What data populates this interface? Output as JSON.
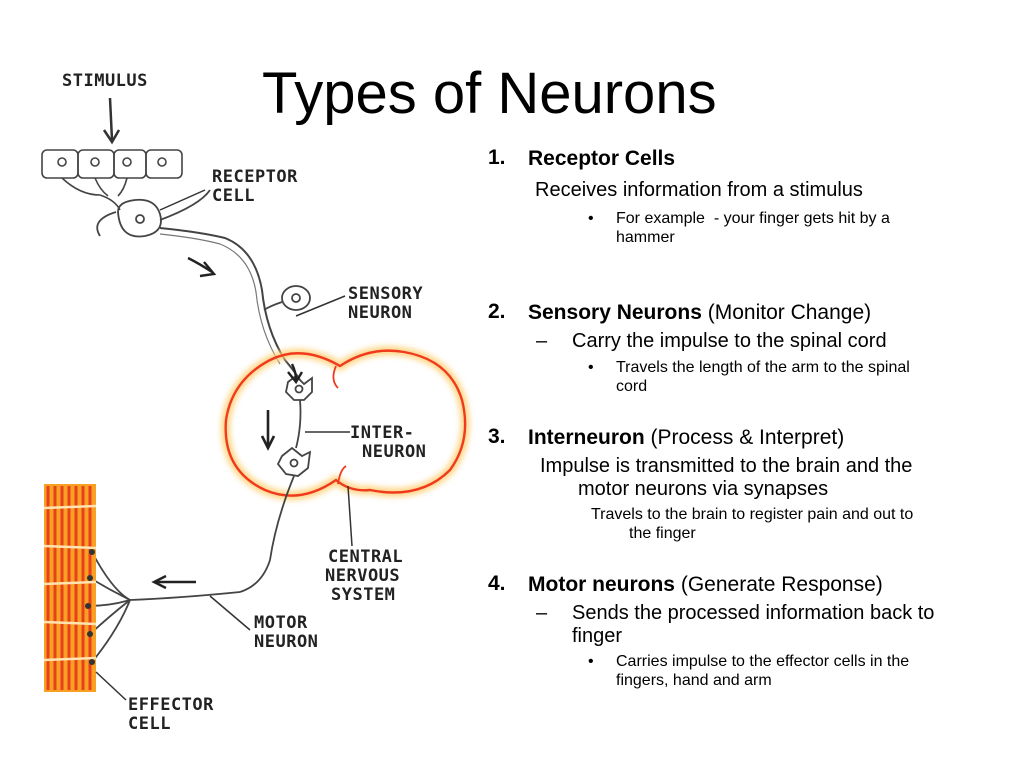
{
  "title": "Types of Neurons",
  "diagram_labels": {
    "stimulus": "STIMULUS",
    "receptor_cell": [
      "RECEPTOR",
      "CELL"
    ],
    "sensory_neuron": [
      "SENSORY",
      "NEURON"
    ],
    "interneuron": [
      "INTER-",
      "NEURON"
    ],
    "cns": [
      "CENTRAL",
      "NERVOUS",
      "SYSTEM"
    ],
    "motor_neuron": [
      "MOTOR",
      "NEURON"
    ],
    "effector_cell": [
      "EFFECTOR",
      "CELL"
    ]
  },
  "colors": {
    "spinal_cord_outline": "#f03a1e",
    "spinal_cord_glow": "#ffd27a",
    "muscle_red": "#e8401c",
    "muscle_orange": "#f7a024",
    "ink": "#333333"
  },
  "items": [
    {
      "number": "1.",
      "name": "Receptor Cells",
      "paren": "",
      "line2": "Receives information from a stimulus",
      "line2_marker": "",
      "line3_marker": "•",
      "line3": [
        "For example  - your finger gets hit by a",
        "hammer"
      ]
    },
    {
      "number": "2.",
      "name": "Sensory Neurons",
      "paren": " (Monitor Change)",
      "line2": "Carry the impulse to the spinal cord",
      "line2_marker": "–",
      "line3_marker": "•",
      "line3": [
        "Travels the length of the arm to the spinal",
        "cord"
      ]
    },
    {
      "number": "3.",
      "name": "Interneuron",
      "paren": " (Process & Interpret)",
      "line2_lines": [
        "Impulse is transmitted to the brain and the",
        "motor neurons via synapses"
      ],
      "line3_lines": [
        "Travels to the brain to register pain and out to",
        "the finger"
      ]
    },
    {
      "number": "4.",
      "name": "Motor neurons",
      "paren": " (Generate Response)",
      "line2_lines": [
        "Sends the processed information back to",
        "finger"
      ],
      "line2_marker": "–",
      "line3_marker": "•",
      "line3": [
        "Carries impulse to the effector cells in the",
        "fingers, hand and arm"
      ]
    }
  ]
}
